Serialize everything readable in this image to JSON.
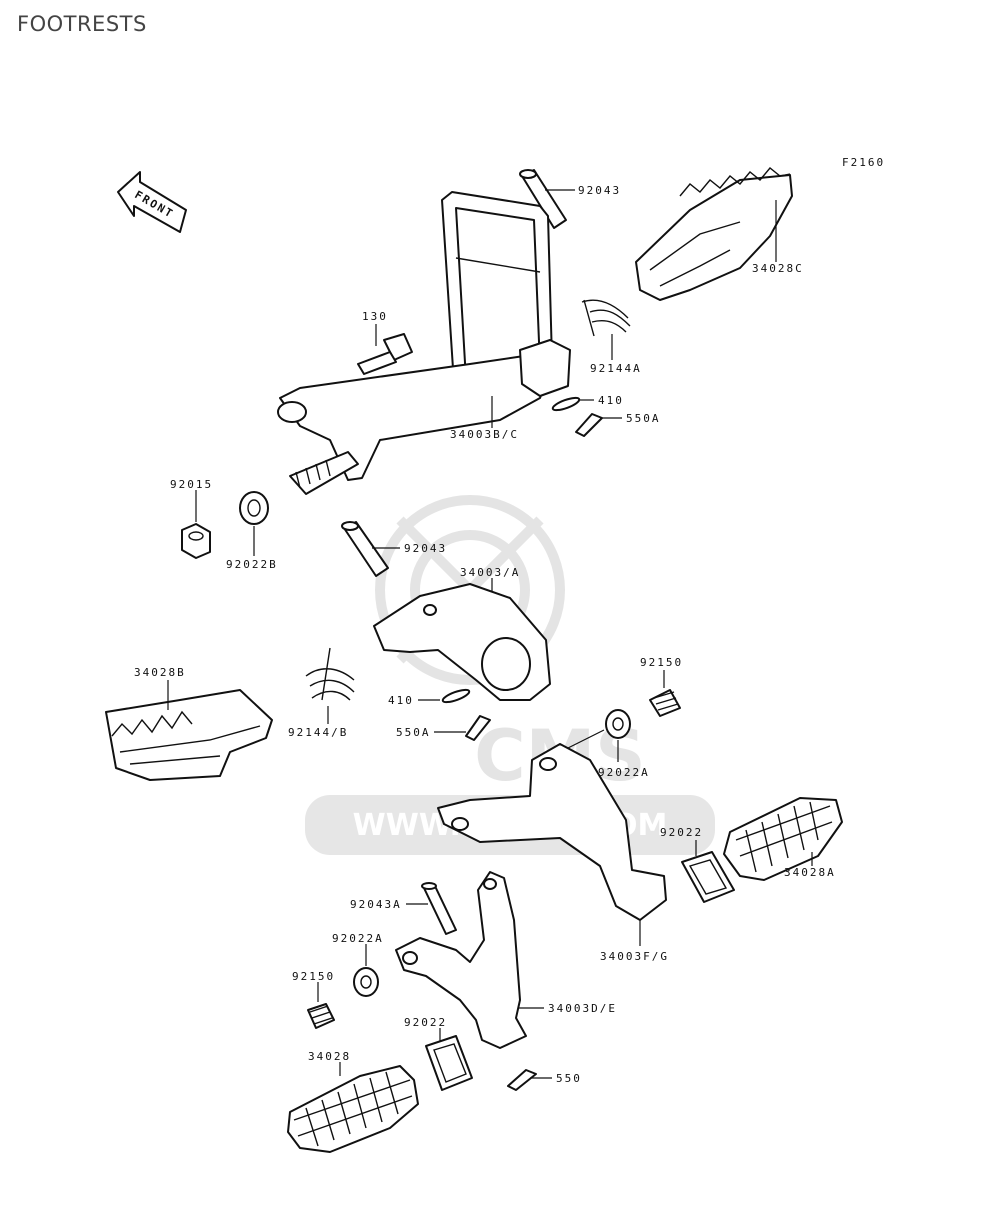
{
  "title": "FOOTRESTS",
  "figure_code": "F2160",
  "front_label": "FRONT",
  "watermark": {
    "logo_text": "CMS",
    "url_text": "WWW.CMSNL.COM"
  },
  "labels": {
    "p92043_top": "92043",
    "p34028C": "34028C",
    "p130": "130",
    "p92144A": "92144A",
    "p410_top": "410",
    "p550A_top": "550A",
    "p34003BC": "34003B/C",
    "p92015": "92015",
    "p92022B": "92022B",
    "p92043_mid": "92043",
    "p34003A": "34003/A",
    "p34028B": "34028B",
    "p92150_right": "92150",
    "p410_mid": "410",
    "p92144B": "92144/B",
    "p550A_mid": "550A",
    "p92022A_right": "92022A",
    "p92022_right": "92022",
    "p34028A": "34028A",
    "p92043A": "92043A",
    "p34003FG": "34003F/G",
    "p92022A_left": "92022A",
    "p92150_left": "92150",
    "p34003DE": "34003D/E",
    "p92022_left": "92022",
    "p34028": "34028",
    "p550": "550"
  }
}
